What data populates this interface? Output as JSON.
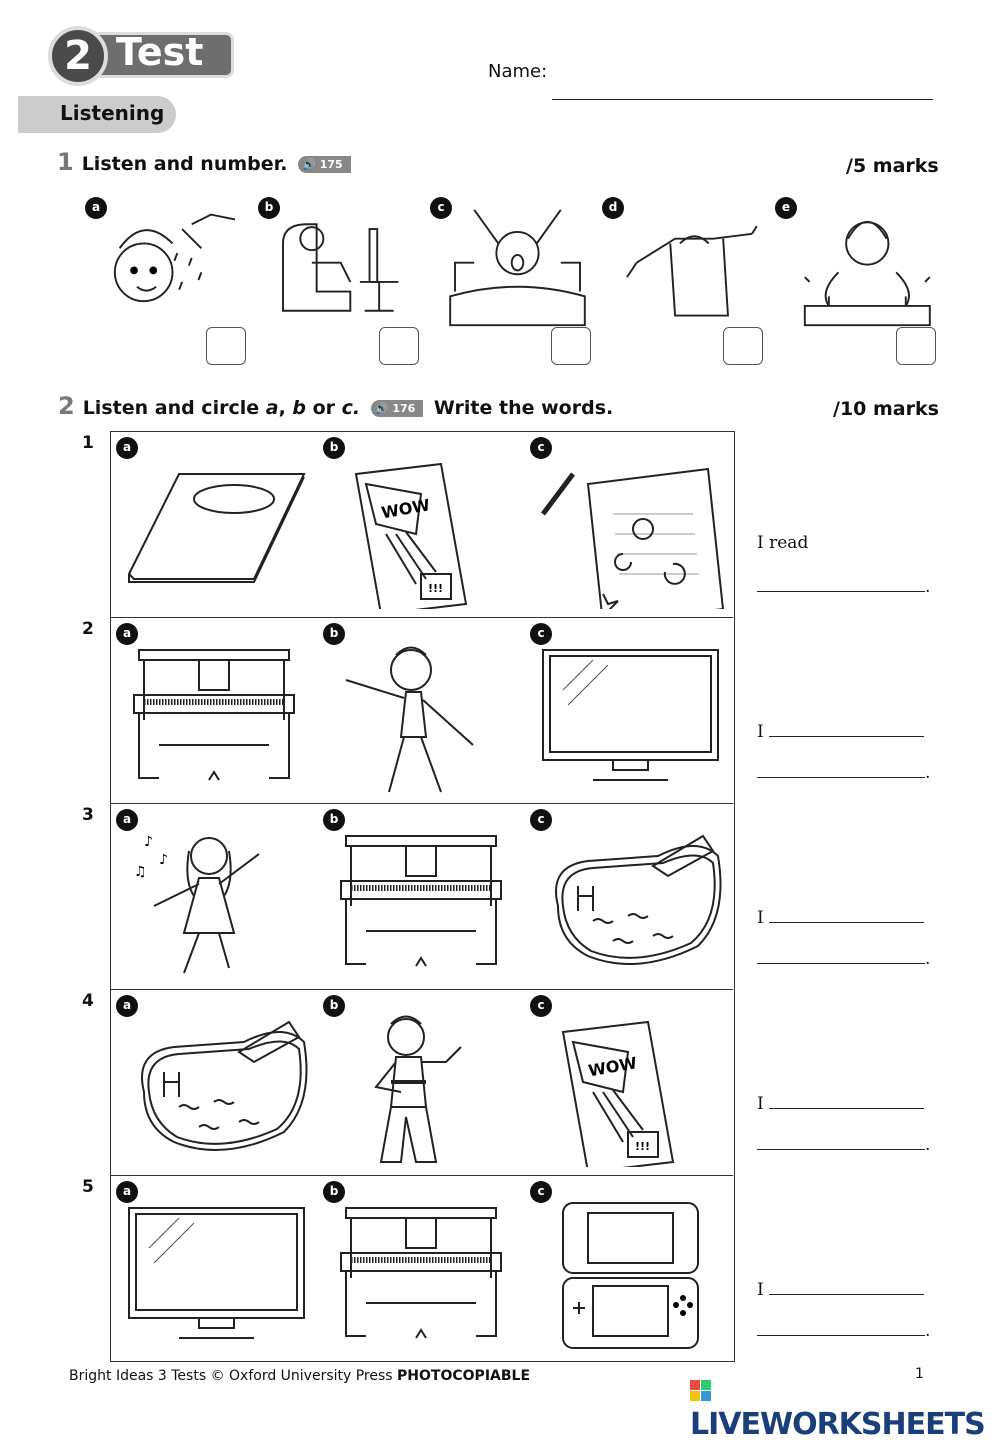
{
  "header": {
    "unit_number": "2",
    "title": "Test",
    "name_label": "Name:"
  },
  "section": "Listening",
  "ex1": {
    "number": "1",
    "instruction": "Listen and number.",
    "audio_track": "175",
    "marks": "/5 marks",
    "items": [
      {
        "letter": "a",
        "image": "shower"
      },
      {
        "letter": "b",
        "image": "watch-tv"
      },
      {
        "letter": "c",
        "image": "wake-up"
      },
      {
        "letter": "d",
        "image": "get-dressed"
      },
      {
        "letter": "e",
        "image": "wash-face"
      }
    ]
  },
  "ex2": {
    "number": "2",
    "instruction_pre": "Listen and circle ",
    "a": "a",
    ",": ",",
    "b": "b",
    "or": " or ",
    "c": "c.",
    "audio_track": "176",
    "instruction_post": "Write the words.",
    "marks": "/10 marks",
    "rows": [
      {
        "num": "1",
        "answer_prefix": "I read",
        "options": [
          {
            "letter": "a",
            "image": "book"
          },
          {
            "letter": "b",
            "image": "comic"
          },
          {
            "letter": "c",
            "image": "diary"
          }
        ]
      },
      {
        "num": "2",
        "answer_prefix": "I",
        "options": [
          {
            "letter": "a",
            "image": "piano"
          },
          {
            "letter": "b",
            "image": "dancing-boy"
          },
          {
            "letter": "c",
            "image": "tv"
          }
        ]
      },
      {
        "num": "3",
        "answer_prefix": "I",
        "options": [
          {
            "letter": "a",
            "image": "singing-girl"
          },
          {
            "letter": "b",
            "image": "piano"
          },
          {
            "letter": "c",
            "image": "pool"
          }
        ]
      },
      {
        "num": "4",
        "answer_prefix": "I",
        "options": [
          {
            "letter": "a",
            "image": "pool"
          },
          {
            "letter": "b",
            "image": "karate-boy"
          },
          {
            "letter": "c",
            "image": "comic"
          }
        ]
      },
      {
        "num": "5",
        "answer_prefix": "I",
        "options": [
          {
            "letter": "a",
            "image": "tv"
          },
          {
            "letter": "b",
            "image": "piano"
          },
          {
            "letter": "c",
            "image": "game-console"
          }
        ]
      }
    ]
  },
  "footer": {
    "credit": "Bright Ideas 3 Tests © Oxford University Press ",
    "photocopiable": "PHOTOCOPIABLE",
    "page": "1",
    "watermark": "LIVEWORKSHEETS"
  }
}
